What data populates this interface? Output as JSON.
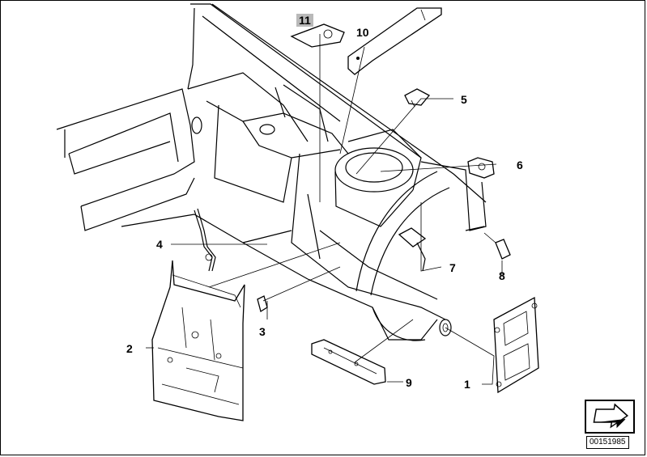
{
  "callouts": [
    {
      "id": "1",
      "label": "1"
    },
    {
      "id": "2",
      "label": "2"
    },
    {
      "id": "3",
      "label": "3"
    },
    {
      "id": "4",
      "label": "4"
    },
    {
      "id": "5",
      "label": "5"
    },
    {
      "id": "6",
      "label": "6"
    },
    {
      "id": "7",
      "label": "7"
    },
    {
      "id": "8",
      "label": "8"
    },
    {
      "id": "9",
      "label": "9"
    },
    {
      "id": "10",
      "label": "10"
    },
    {
      "id": "11",
      "label": "11"
    }
  ],
  "highlight_color": "#b9b9b9",
  "diagram_id": "00151985",
  "nav_icon": "arrow-icon"
}
